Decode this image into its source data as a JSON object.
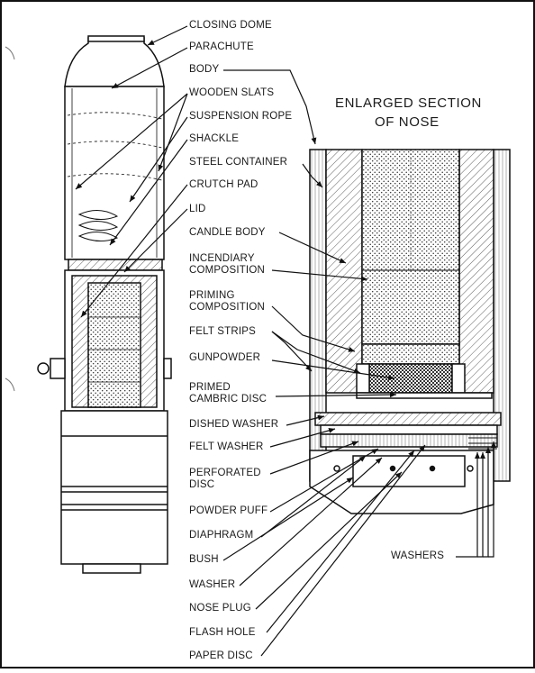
{
  "title": {
    "line1": "ENLARGED SECTION",
    "line2": "OF NOSE"
  },
  "labels": {
    "closing_dome": "CLOSING DOME",
    "parachute": "PARACHUTE",
    "body": "BODY",
    "wooden_slats": "WOODEN SLATS",
    "suspension_rope": "SUSPENSION ROPE",
    "shackle": "SHACKLE",
    "steel_container": "STEEL CONTAINER",
    "crutch_pad": "CRUTCH PAD",
    "lid": "LID",
    "candle_body": "CANDLE BODY",
    "incendiary_1": "INCENDIARY",
    "incendiary_2": "COMPOSITION",
    "priming_1": "PRIMING",
    "priming_2": "COMPOSITION",
    "felt_strips": "FELT STRIPS",
    "gunpowder": "GUNPOWDER",
    "primed_1": "PRIMED",
    "primed_2": "CAMBRIC DISC",
    "dished_washer": "DISHED WASHER",
    "felt_washer": "FELT WASHER",
    "perforated_1": "PERFORATED",
    "perforated_2": "DISC",
    "powder_puff": "POWDER PUFF",
    "diaphragm": "DIAPHRAGM",
    "bush": "BUSH",
    "washer": "WASHER",
    "nose_plug": "NOSE PLUG",
    "flash_hole": "FLASH HOLE",
    "paper_disc": "PAPER DISC",
    "washers": "WASHERS"
  }
}
